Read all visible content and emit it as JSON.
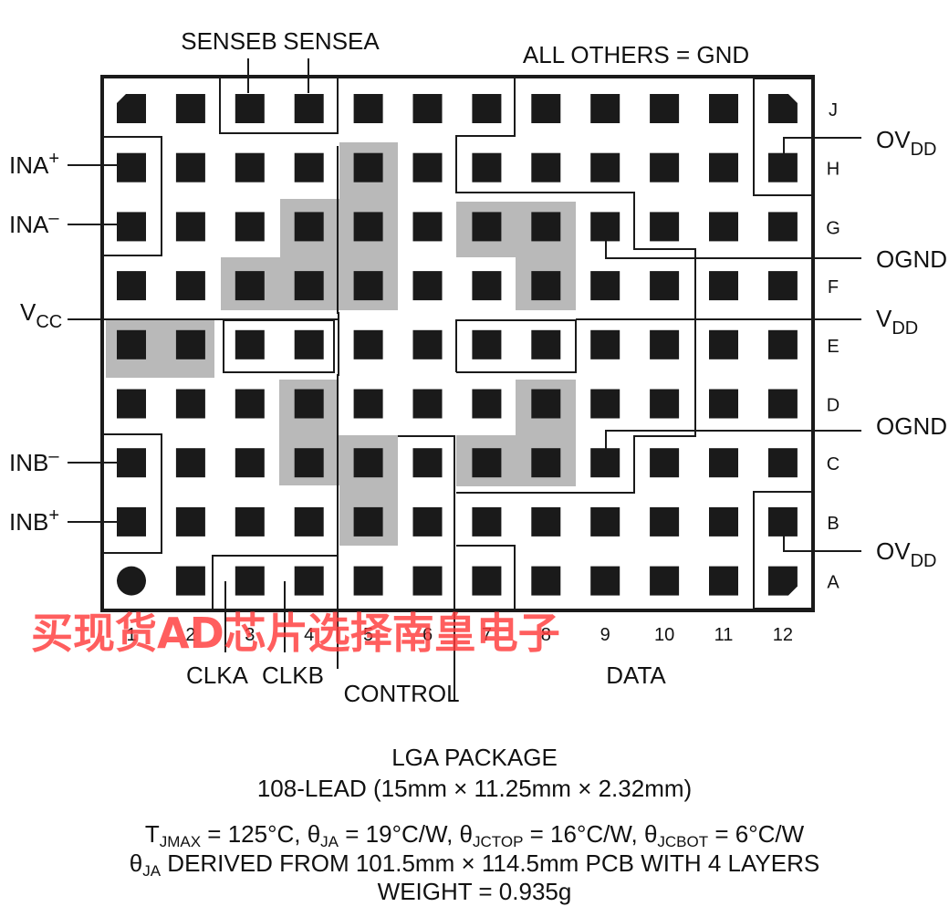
{
  "labels": {
    "senseb": "SENSEB",
    "sensea": "SENSEA",
    "all_others": "ALL OTHERS = GND",
    "ina_plus": "INA",
    "ina_plus_sup": "+",
    "ina_minus": "INA",
    "ina_minus_sup": "–",
    "vcc": "V",
    "vcc_sub": "CC",
    "inb_minus": "INB",
    "inb_minus_sup": "–",
    "inb_plus": "INB",
    "inb_plus_sup": "+",
    "ovdd_top": "OV",
    "ovdd_top_sub": "DD",
    "ognd_top": "OGND",
    "vdd": "V",
    "vdd_sub": "DD",
    "ognd_bottom": "OGND",
    "ovdd_bottom": "OV",
    "ovdd_bottom_sub": "DD",
    "clka": "CLKA",
    "clkb": "CLKB",
    "control": "CONTROL",
    "data": "DATA"
  },
  "rows": [
    "J",
    "H",
    "G",
    "F",
    "E",
    "D",
    "C",
    "B",
    "A"
  ],
  "columns": [
    "1",
    "2",
    "3",
    "4",
    "5",
    "6",
    "7",
    "8",
    "9",
    "10",
    "11",
    "12"
  ],
  "watermark": "买现货AD芯片选择南皇电子",
  "package": {
    "title": "LGA PACKAGE",
    "lead": "108-LEAD (15mm × 11.25mm × 2.32mm)",
    "tjmax": "T",
    "tjmax_sub": "JMAX",
    "tjmax_val": " = 125°C, ",
    "theta_ja": "θ",
    "theta_ja_sub": "JA",
    "theta_ja_val": " = 19°C/W, ",
    "theta_jctop": "θ",
    "theta_jctop_sub": "JCTOP",
    "theta_jctop_val": " = 16°C/W, ",
    "theta_jcbot": "θ",
    "theta_jcbot_sub": "JCBOT",
    "theta_jcbot_val": " = 6°C/W",
    "derived_theta": "θ",
    "derived_sub": "JA",
    "derived_text": " DERIVED FROM 101.5mm × 114.5mm PCB WITH 4 LAYERS",
    "weight": "WEIGHT = 0.935g"
  },
  "colors": {
    "pad": "#1a1a1a",
    "shade": "#b9b9b9",
    "line": "#1a1a1a",
    "watermark": "#ff3b3b"
  }
}
